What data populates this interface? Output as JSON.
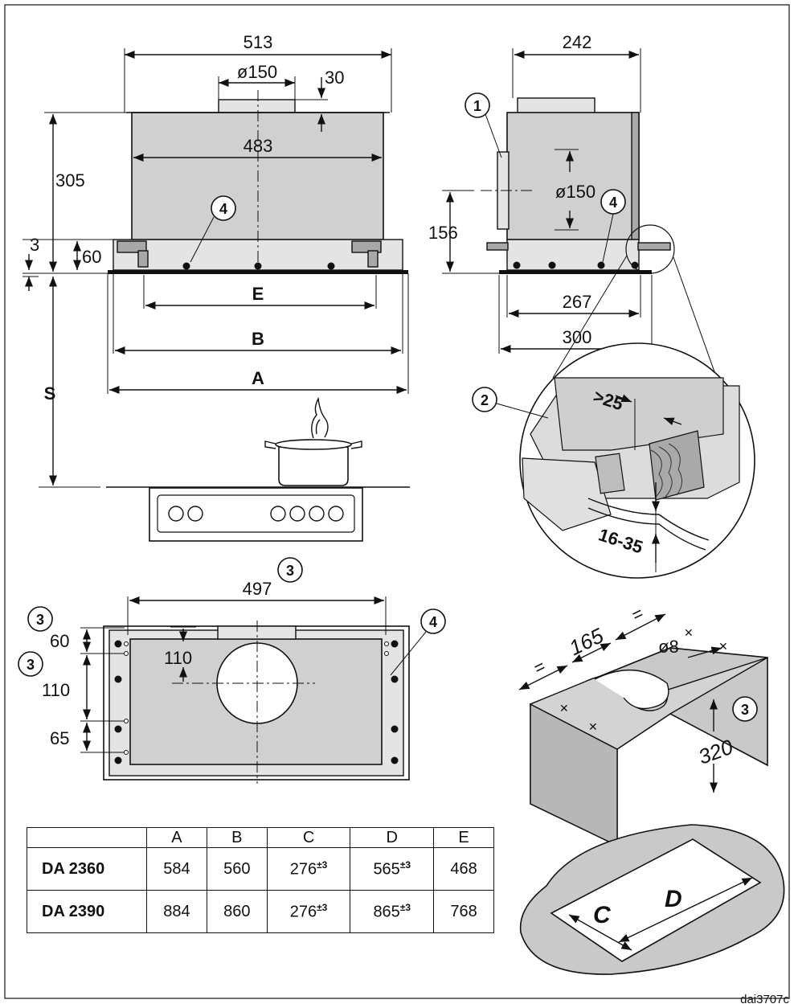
{
  "front_view": {
    "width_513": "513",
    "duct_dia": "ø150",
    "duct_height": "30",
    "inner_width": "483",
    "height": "305",
    "bottom_height": "60",
    "offset_3": "3",
    "label_E": "E",
    "label_B": "B",
    "label_A": "A",
    "label_S": "S",
    "callout_4": "4"
  },
  "side_view": {
    "depth_242": "242",
    "duct_dia": "ø150",
    "duct_center": "156",
    "depth_267": "267",
    "depth_300": "300",
    "callout_1": "1",
    "callout_4": "4"
  },
  "detail_view": {
    "callout_2": "2",
    "gap_min": ">25",
    "thickness": "16-35"
  },
  "bottom_view": {
    "width_497": "497",
    "d60": "60",
    "d110_left": "110",
    "d110_inner": "110",
    "d65": "65",
    "callout_3a": "3",
    "callout_3b": "3",
    "callout_3c": "3",
    "callout_4": "4"
  },
  "cabinet_view": {
    "d165": "165",
    "eq_left": "=",
    "eq_right": "=",
    "hole_dia": "ø8",
    "height_320": "320",
    "callout_3": "3",
    "label_C": "C",
    "label_D": "D"
  },
  "table": {
    "headers": [
      "",
      "A",
      "B",
      "C",
      "D",
      "E"
    ],
    "rows": [
      {
        "model": "DA 2360",
        "A": "584",
        "B": "560",
        "C": "276",
        "C_tol": "±3",
        "D": "565",
        "D_tol": "±3",
        "E": "468"
      },
      {
        "model": "DA 2390",
        "A": "884",
        "B": "860",
        "C": "276",
        "C_tol": "±3",
        "D": "865",
        "D_tol": "±3",
        "E": "768"
      }
    ]
  },
  "doc_id": "dai3707c"
}
